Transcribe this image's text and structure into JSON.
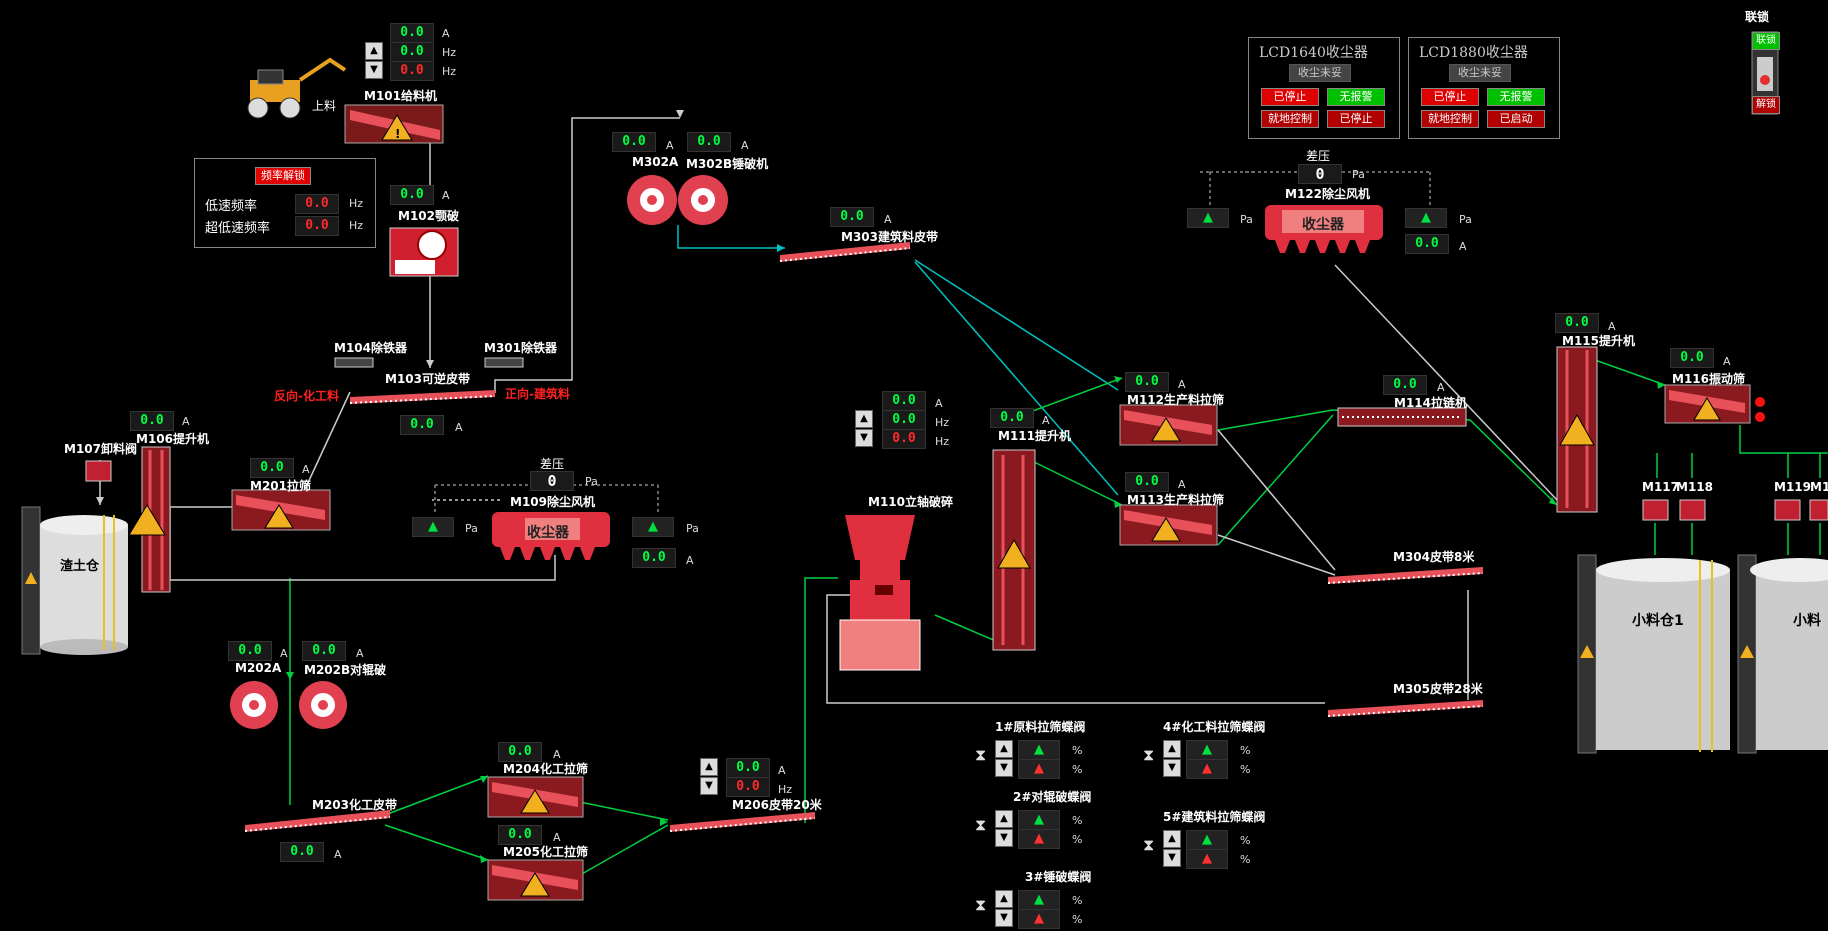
{
  "interlock": {
    "title": "联锁",
    "on": "联锁",
    "off": "解锁"
  },
  "dust_lcd1640": {
    "title": "LCD1640收尘器",
    "status": "收尘未妥",
    "stopped": "已停止",
    "no_alarm": "无报警",
    "local_ctrl": "就地控制",
    "stopped2": "已停止"
  },
  "dust_lcd1880": {
    "title": "LCD1880收尘器",
    "status": "收尘未妥",
    "stopped": "已停止",
    "no_alarm": "无报警",
    "local_ctrl": "就地控制",
    "started": "已启动"
  },
  "freq_panel": {
    "unlock": "频率解锁",
    "low": "低速频率",
    "ultra_low": "超低速频率",
    "low_val": "0.0",
    "ultra_low_val": "0.0",
    "unit": "Hz"
  },
  "units": {
    "A": "A",
    "Hz": "Hz",
    "Pa": "Pa",
    "pct": "%"
  },
  "zero": "0.0",
  "equipment": {
    "m101": "M101给料机",
    "m101_load": "上料",
    "m102": "M102颚破",
    "m104": "M104除铁器",
    "m301": "M301除铁器",
    "m103": "M103可逆皮带",
    "rev_chem": "反向-化工料",
    "fwd_build": "正向-建筑料",
    "m106": "M106提升机",
    "m107": "M107卸料阀",
    "slag_bin": "渣土仓",
    "m201": "M201拉筛",
    "m109": "M109除尘风机",
    "m109_diff": "差压",
    "m109_diff_val": "0",
    "m109_box": "收尘器",
    "m202a": "M202A",
    "m202b": "M202B对辊破",
    "m203": "M203化工皮带",
    "m204": "M204化工拉筛",
    "m205": "M205化工拉筛",
    "m206": "M206皮带20米",
    "m302a": "M302A",
    "m302b": "M302B锤破机",
    "m303": "M303建筑料皮带",
    "m110": "M110立轴破碎",
    "m111": "M111提升机",
    "m112": "M112生产料拉筛",
    "m113": "M113生产料拉筛",
    "m114": "M114拉链机",
    "m304": "M304皮带8米",
    "m305": "M305皮带28米",
    "m122": "M122除尘风机",
    "m122_diff": "差压",
    "m122_diff_val": "0",
    "m122_box": "收尘器",
    "m115": "M115提升机",
    "m116": "M116振动筛",
    "m117": "M117",
    "m118": "M118",
    "m119": "M119",
    "m1xx": "M1",
    "small_bin1": "小料仓1",
    "small_bin2": "小料"
  },
  "valves": {
    "v1": "1#原料拉筛蝶阀",
    "v2": "2#对辊破蝶阀",
    "v3": "3#锤破蝶阀",
    "v4": "4#化工料拉筛蝶阀",
    "v5": "5#建筑料拉筛蝶阀"
  },
  "colors": {
    "run": "#00ff40",
    "alarm": "#ff2020",
    "equip": "#e8505a",
    "line_green": "#00d040",
    "line_cyan": "#00c0c0"
  }
}
